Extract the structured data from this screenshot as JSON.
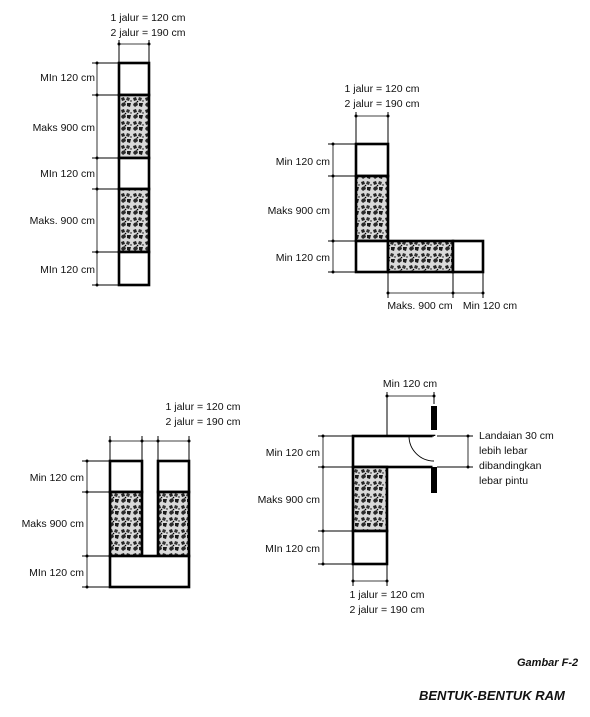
{
  "fig1": {
    "top_line1": "1 jalur = 120  cm",
    "top_line2": "2 jalur = 190  cm",
    "dims": [
      "MIn 120  cm",
      "Maks 900  cm",
      "MIn 120  cm",
      "Maks. 900  cm",
      "MIn 120  cm"
    ]
  },
  "fig2": {
    "top_line1": "1 jalur = 120  cm",
    "top_line2": "2 jalur = 190  cm",
    "dims": [
      "Min 120  cm",
      "Maks 900  cm",
      "Min 120  cm"
    ],
    "bottom_left": "Maks. 900  cm",
    "bottom_right": "Min 120  cm"
  },
  "fig3": {
    "top_line1": "1 jalur = 120 cm",
    "top_line2": "2 jalur = 190 cm",
    "dims": [
      "Min 120  cm",
      "Maks 900  cm",
      "MIn 120  cm"
    ]
  },
  "fig4": {
    "top_label": "Min 120 cm",
    "dims": [
      "Min 120 cm",
      "Maks 900 cm",
      "MIn 120 cm"
    ],
    "bottom_line1": "1 jalur = 120 cm",
    "bottom_line2": "2 jalur = 190 cm",
    "note_lines": [
      "Landaian 30 cm",
      "lebih lebar",
      "dibandingkan",
      "lebar pintu"
    ]
  },
  "caption": "Gambar F-2",
  "title": "BENTUK-BENTUK RAM"
}
